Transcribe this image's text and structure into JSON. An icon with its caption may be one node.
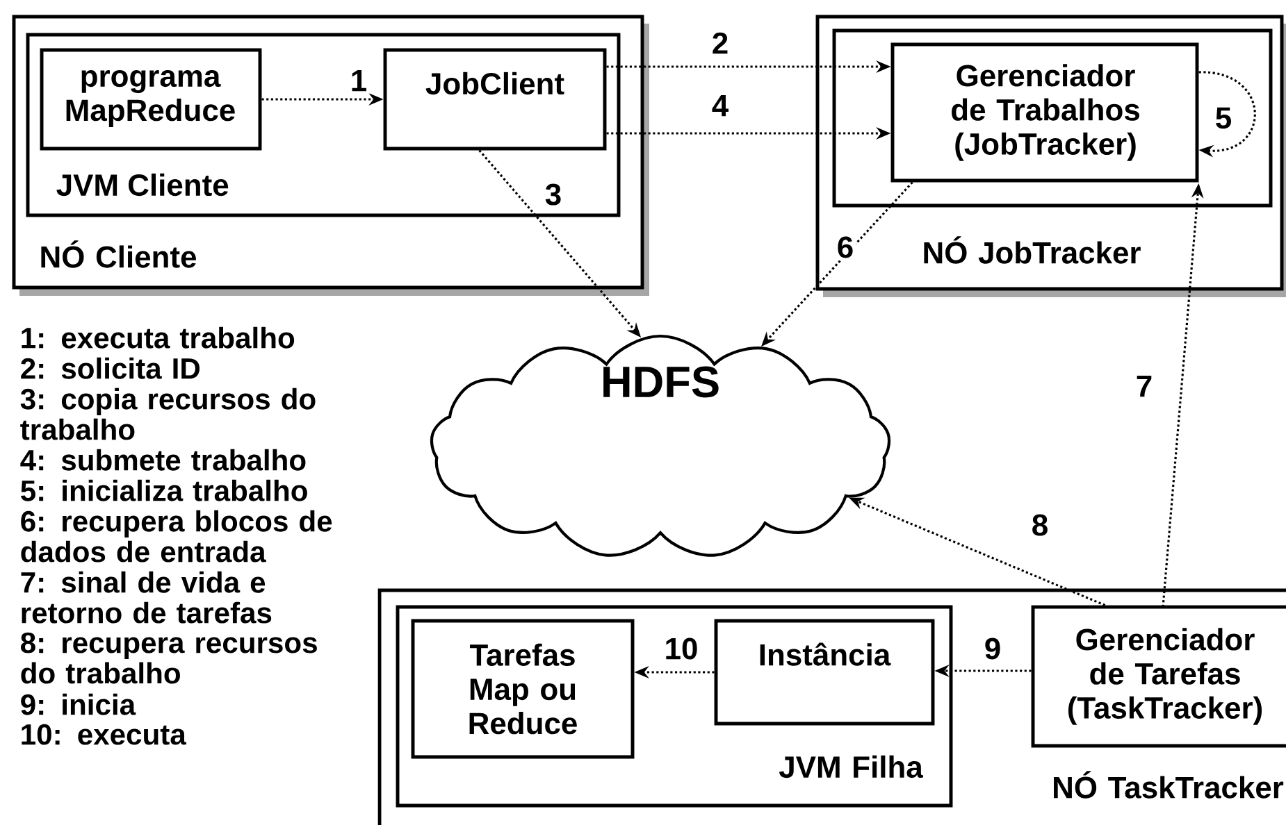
{
  "diagram": {
    "nodes": [
      {
        "text": [
          "NÓ Cliente"
        ]
      },
      {
        "text": [
          "JVM Cliente"
        ],
        "in": 0
      },
      {
        "text": [
          "programa MapReduce"
        ],
        "in": 1
      },
      {
        "text": [
          "JobClient"
        ],
        "in": 1
      },
      {
        "text": [
          "NÓ JobTracker"
        ]
      },
      {
        "text": [],
        "shape": "box",
        "in": 4
      },
      {
        "text": [
          "Gerenciador de Trabalhos (JobTracker)"
        ],
        "in": 5
      },
      {
        "text": [
          "HDFS"
        ]
      },
      {
        "text": [
          "NÓ TaskTracker"
        ]
      },
      {
        "text": [
          "JVM Filha"
        ],
        "in": 8
      },
      {
        "text": [
          "Tarefas Map ou Reduce"
        ],
        "in": 9
      },
      {
        "text": [
          "Instância"
        ],
        "in": 9
      },
      {
        "text": [
          "Gerenciador de Tarefas (TaskTracker)"
        ],
        "in": 8
      }
    ],
    "edges": [
      {
        "from": 2,
        "to": 3,
        "arrow": "to",
        "label": "1"
      },
      {
        "from": 3,
        "to": 6,
        "arrow": "to",
        "label": "2"
      },
      {
        "from": 3,
        "to": 7,
        "arrow": "to",
        "label": "3"
      },
      {
        "from": 3,
        "to": 6,
        "arrow": "to",
        "label": "4"
      },
      {
        "from": 6,
        "to": 6,
        "arrow": "to",
        "label": "5"
      },
      {
        "from": 6,
        "to": 7,
        "arrow": "to",
        "label": "6"
      },
      {
        "from": 12,
        "to": 6,
        "arrow": "to",
        "label": "7"
      },
      {
        "from": 12,
        "to": 7,
        "arrow": "to",
        "label": "8"
      },
      {
        "from": 12,
        "to": 11,
        "arrow": "to",
        "label": "9"
      },
      {
        "from": 11,
        "to": 10,
        "arrow": "to",
        "label": "10"
      }
    ],
    "labels": [
      "1: executa trabalho",
      "2: solicita ID",
      "3: copia recursos do trabalho",
      "4: submete trabalho",
      "5: inicializa trabalho",
      "6: recupera blocos de dados de entrada",
      "7: sinal de vida e retorno de tarefas",
      "8: recupera recursos do trabalho",
      "9: inicia",
      "10: executa"
    ]
  }
}
